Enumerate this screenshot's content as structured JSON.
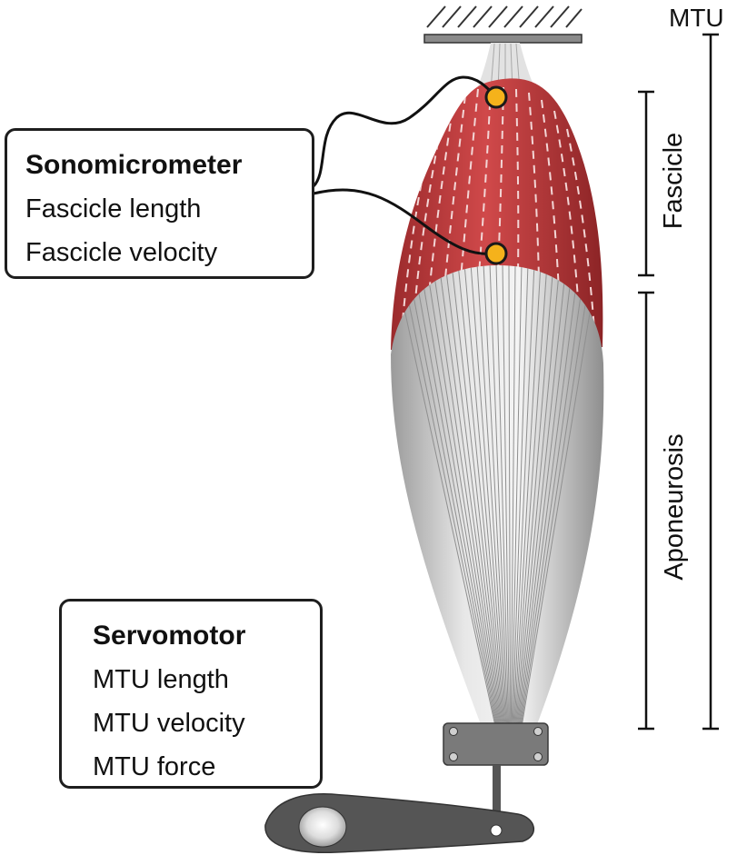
{
  "labels": {
    "mtu": "MTU",
    "fascicle": "Fascicle",
    "aponeurosis": "Aponeurosis"
  },
  "sonomicrometer": {
    "title": "Sonomicrometer",
    "lines": [
      "Fascicle length",
      "Fascicle velocity"
    ]
  },
  "servomotor": {
    "title": "Servomotor",
    "lines": [
      "MTU length",
      "MTU velocity",
      "MTU force"
    ]
  },
  "colors": {
    "muscle": "#c0393b",
    "muscle_dark": "#8e2628",
    "aponeurosis": "#d9d9d9",
    "crystal": "#f5b21b",
    "clamp": "#777777",
    "lever": "#555555"
  }
}
